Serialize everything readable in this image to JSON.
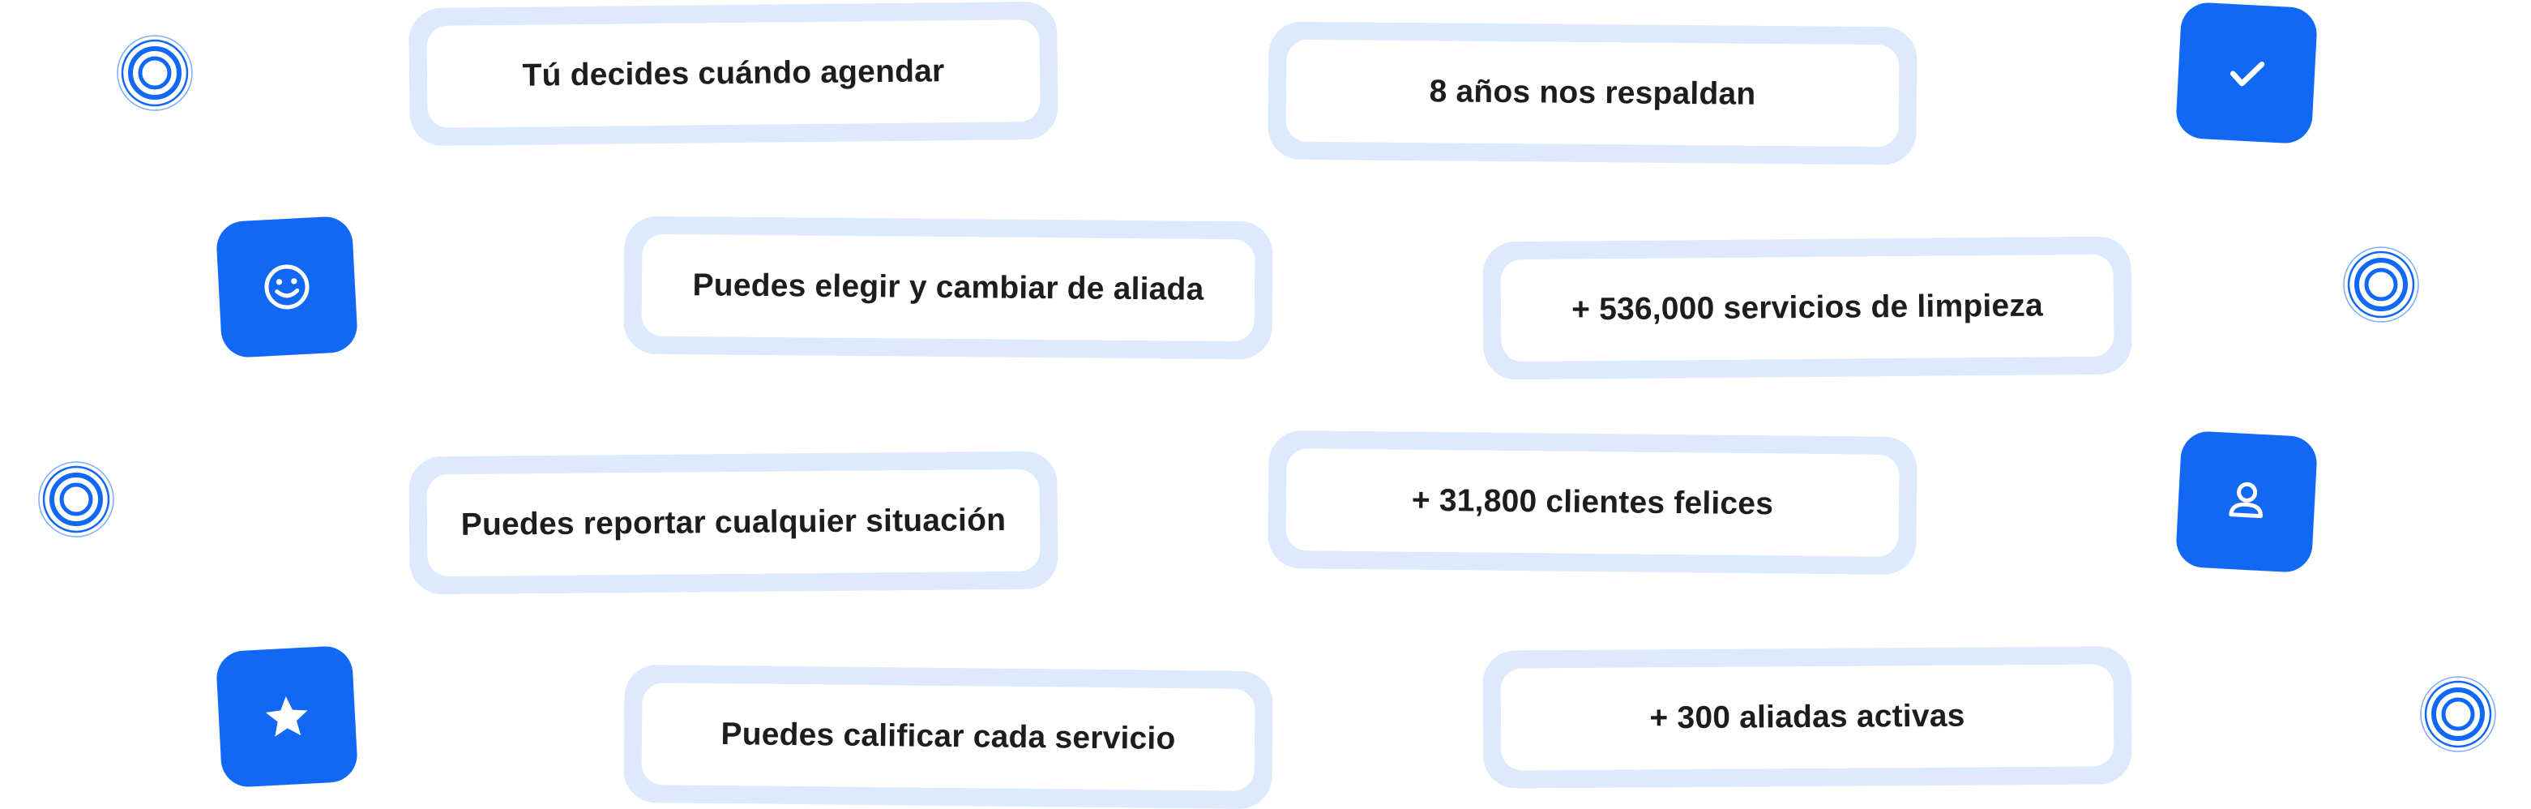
{
  "features": [
    {
      "label": "Tú decides cuándo agendar"
    },
    {
      "label": "Puedes elegir y cambiar de aliada"
    },
    {
      "label": "Puedes reportar cualquier situación"
    },
    {
      "label": "Puedes calificar cada servicio"
    }
  ],
  "stats": [
    {
      "label": "8 años nos respaldan"
    },
    {
      "label": "+ 536,000 servicios de limpieza"
    },
    {
      "label": "+ 31,800 clientes felices"
    },
    {
      "label": "+ 300 aliadas activas"
    }
  ],
  "icons": {
    "tiles": [
      "check-icon",
      "smiley-icon",
      "user-icon",
      "star-icon"
    ],
    "badges": [
      "target-icon",
      "target-icon",
      "target-icon",
      "target-icon"
    ]
  },
  "colors": {
    "accent": "#1068f5",
    "pill_border": "#dde9fc",
    "text": "#1d1d1f",
    "background": "#ffffff"
  }
}
